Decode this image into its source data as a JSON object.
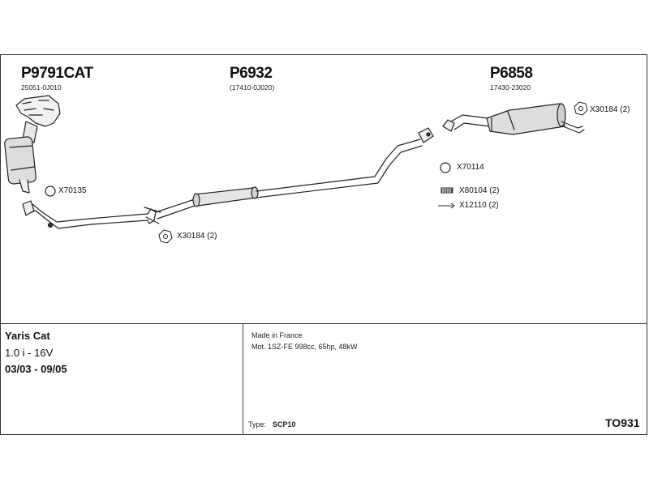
{
  "parts": {
    "catalyst": {
      "number": "P9791CAT",
      "oe": "25051-0J010"
    },
    "middle": {
      "number": "P6932",
      "oe": "(17410-0J020)"
    },
    "rear": {
      "number": "P6858",
      "oe": "17430-23020"
    }
  },
  "fittings": {
    "x70135": "X70135",
    "x30184_front": "X30184 (2)",
    "x30184_rear": "X30184 (2)",
    "x70114": "X70114",
    "x80104": "X80104 (2)",
    "x12110": "X12110 (2)"
  },
  "vehicle": {
    "model": "Yaris Cat",
    "engine": "1.0 i - 16V",
    "years": "03/03 - 09/05"
  },
  "notes": {
    "origin": "Made in France",
    "motor": "Mot. 1SZ-FE 998cc, 65hp, 48kW",
    "type_label": "Type:",
    "type_value": "SCP10",
    "reference": "TO931"
  }
}
